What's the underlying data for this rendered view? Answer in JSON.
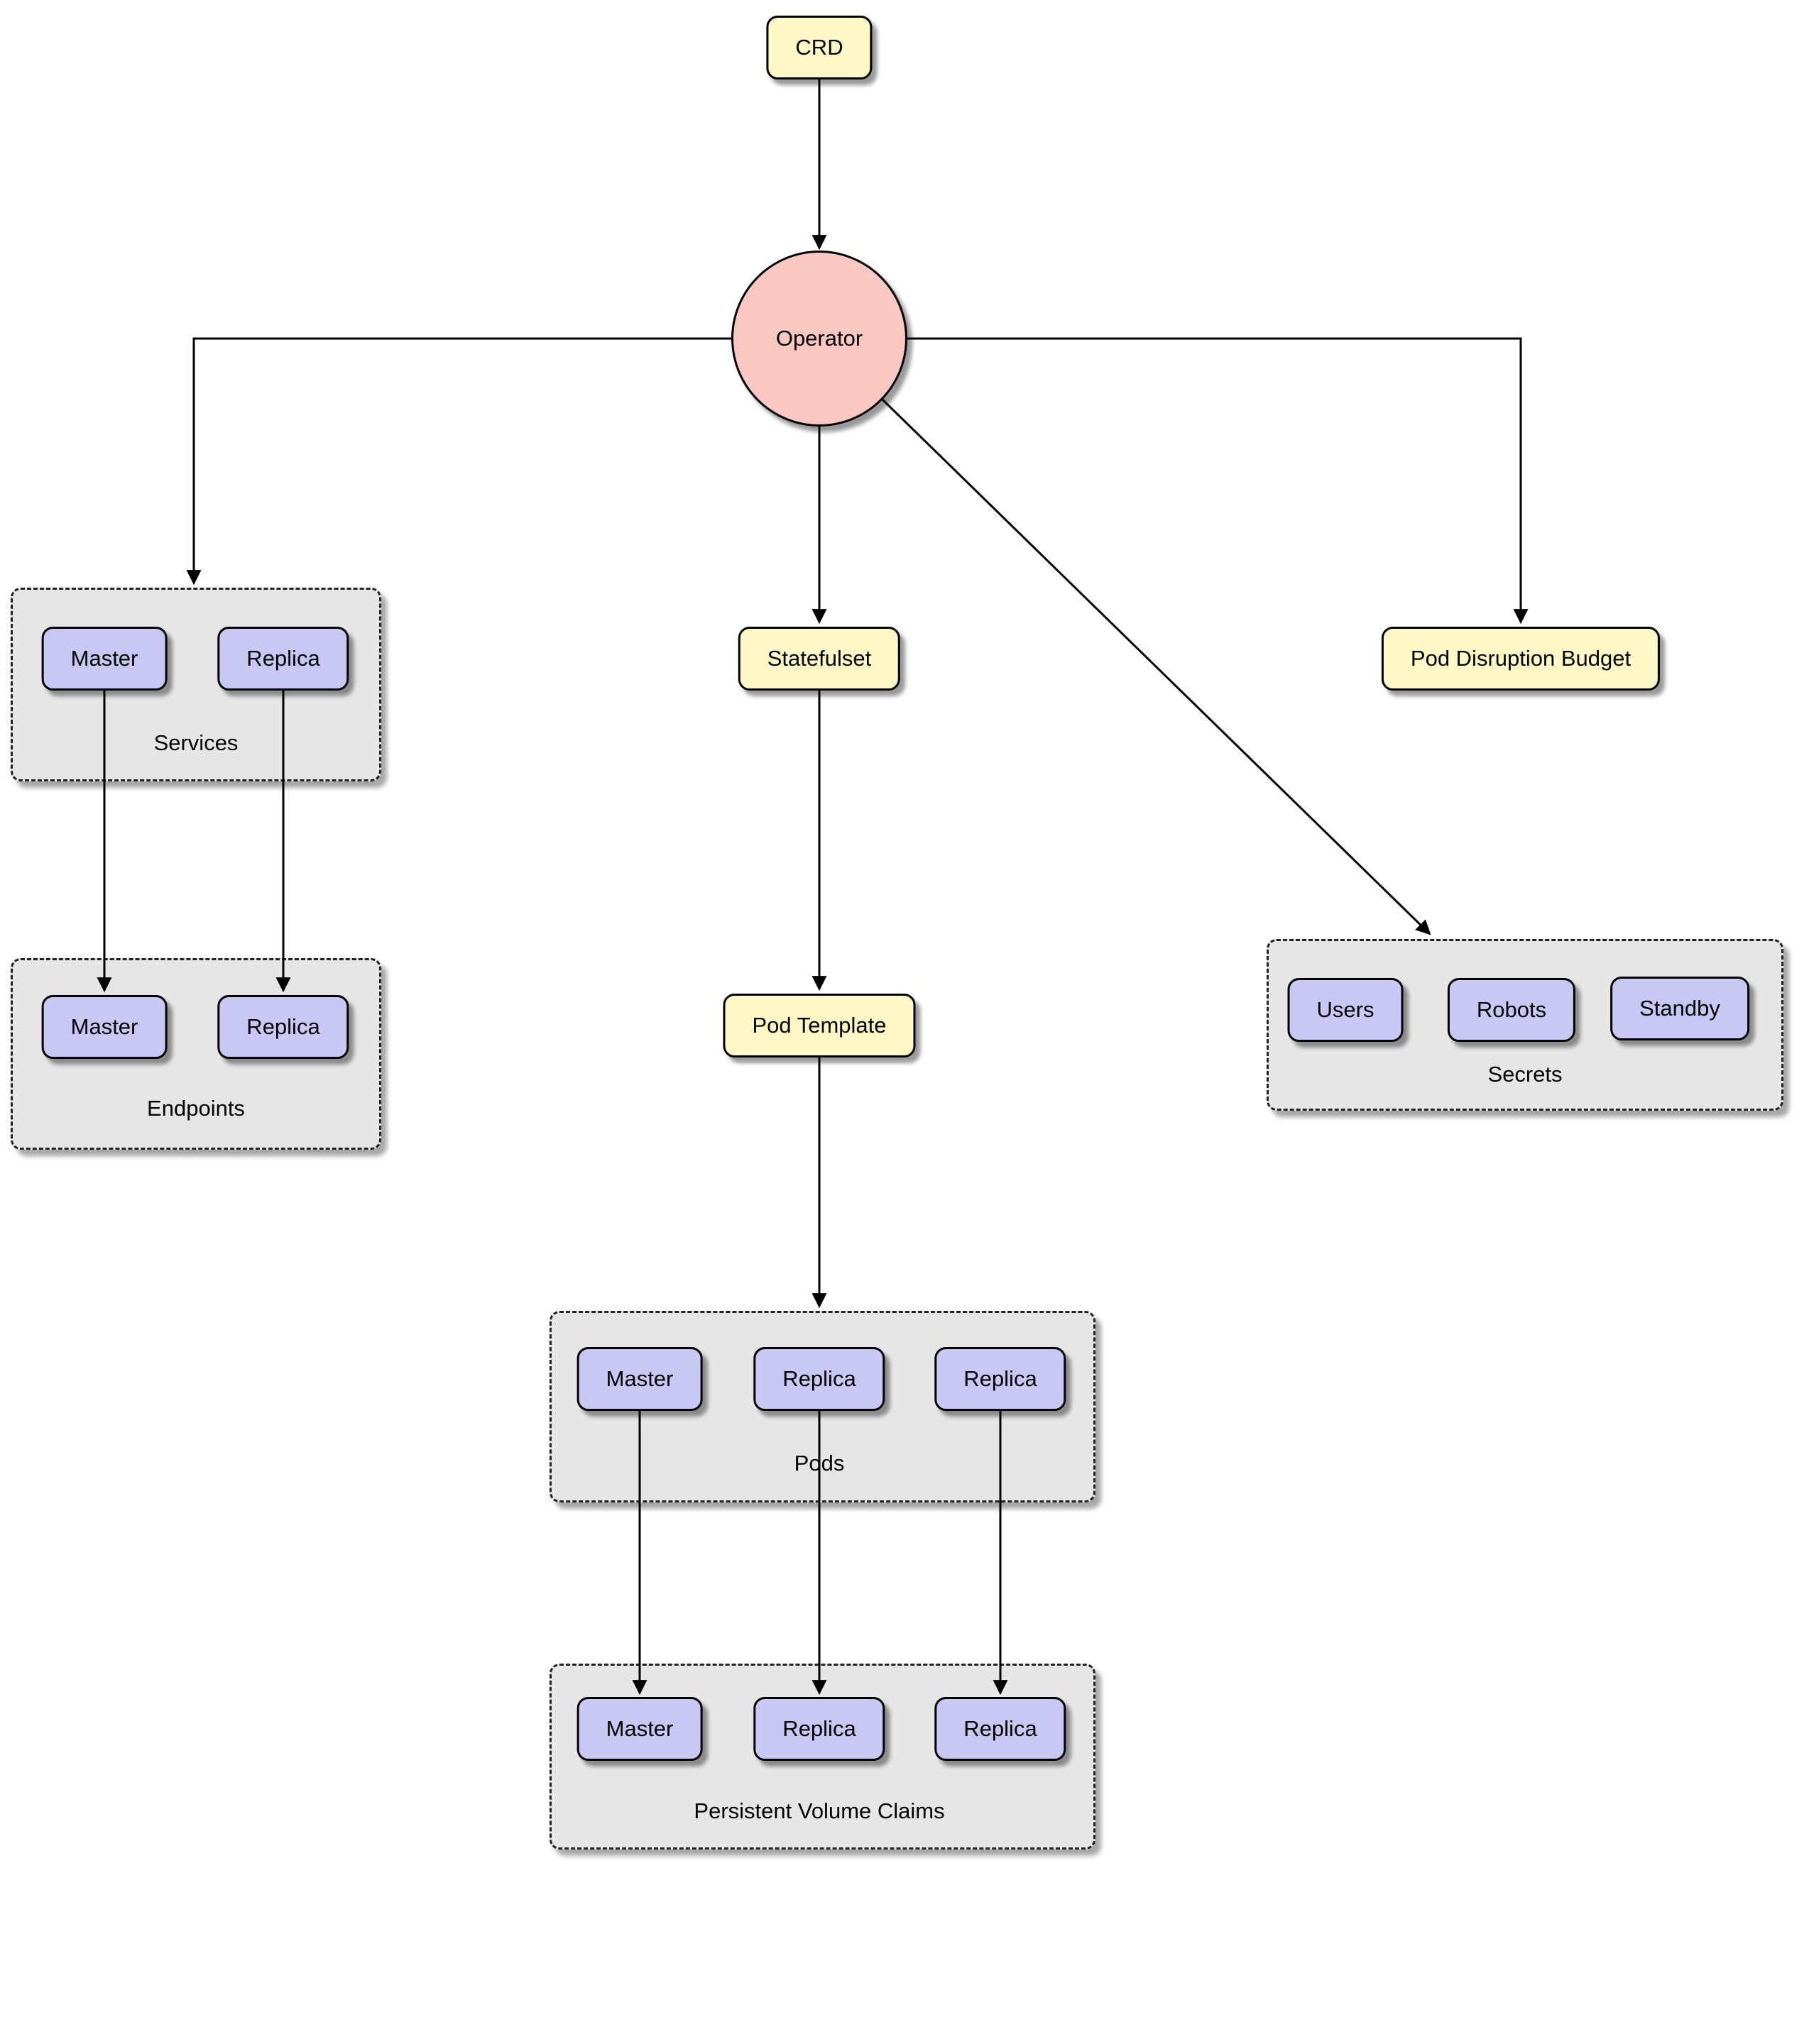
{
  "colors": {
    "node_yellow": "#FFF9C8",
    "node_purple": "#C9C7F4",
    "operator_pink": "#FAC8C3",
    "group_fill": "#E6E6E6",
    "edge": "#000000"
  },
  "nodes": {
    "crd": {
      "label": "CRD"
    },
    "operator": {
      "label": "Operator"
    },
    "statefulset": {
      "label": "Statefulset"
    },
    "pod_disruption_budget": {
      "label": "Pod Disruption Budget"
    },
    "pod_template": {
      "label": "Pod Template"
    }
  },
  "groups": {
    "services": {
      "label": "Services",
      "items": {
        "master": "Master",
        "replica": "Replica"
      }
    },
    "endpoints": {
      "label": "Endpoints",
      "items": {
        "master": "Master",
        "replica": "Replica"
      }
    },
    "secrets": {
      "label": "Secrets",
      "items": {
        "users": "Users",
        "robots": "Robots",
        "standby": "Standby"
      }
    },
    "pods": {
      "label": "Pods",
      "items": {
        "master": "Master",
        "replica_a": "Replica",
        "replica_b": "Replica"
      }
    },
    "persistent_volume_claims": {
      "label": "Persistent Volume Claims",
      "items": {
        "master": "Master",
        "replica_a": "Replica",
        "replica_b": "Replica"
      }
    }
  }
}
